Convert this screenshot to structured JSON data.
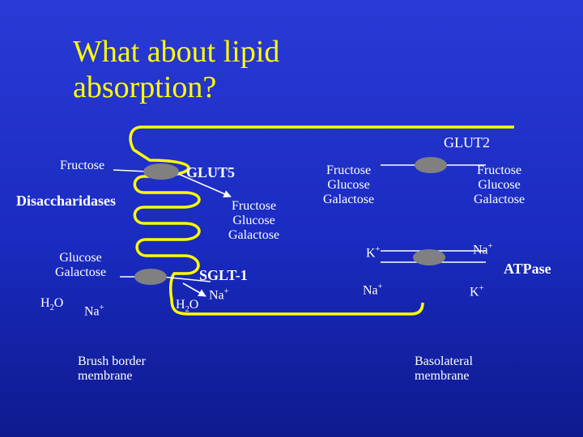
{
  "title": {
    "line1": "What about lipid",
    "line2": "absorption?"
  },
  "diagram": {
    "colors": {
      "background": "#1f30c8",
      "cell_outline": "#ffff00",
      "transporter": "#808080",
      "text": "#ffffff",
      "title": "#ffff00"
    },
    "labels": {
      "fructose_lumen": "Fructose",
      "disaccharidases": "Disaccharidases",
      "glucose_galactose_lumen": [
        "Glucose",
        "Galactose"
      ],
      "h2o_left": {
        "base": "H",
        "sub": "2",
        "rest": "O"
      },
      "na_left": {
        "base": "Na",
        "sup": "+"
      },
      "glut5": "GLUT5",
      "hexoses_inside": [
        "Fructose",
        "Glucose",
        "Galactose"
      ],
      "sglt1": "SGLT-1",
      "h2o_inside": {
        "base": "H",
        "sub": "2",
        "rest": "O"
      },
      "na_inside": {
        "base": "Na",
        "sup": "+"
      },
      "brush_border": [
        "Brush border",
        "membrane"
      ],
      "glut2": "GLUT2",
      "hexoses_cell": [
        "Fructose",
        "Glucose",
        "Galactose"
      ],
      "hexoses_blood": [
        "Fructose",
        "Glucose",
        "Galactose"
      ],
      "k_inside": {
        "base": "K",
        "sup": "+"
      },
      "na_pump_out": {
        "base": "Na",
        "sup": "+"
      },
      "atpase": "ATPase",
      "na_pump_in": {
        "base": "Na",
        "sup": "+"
      },
      "k_pump_in": {
        "base": "K",
        "sup": "+"
      },
      "basolateral": [
        "Basolateral",
        "membrane"
      ]
    }
  }
}
